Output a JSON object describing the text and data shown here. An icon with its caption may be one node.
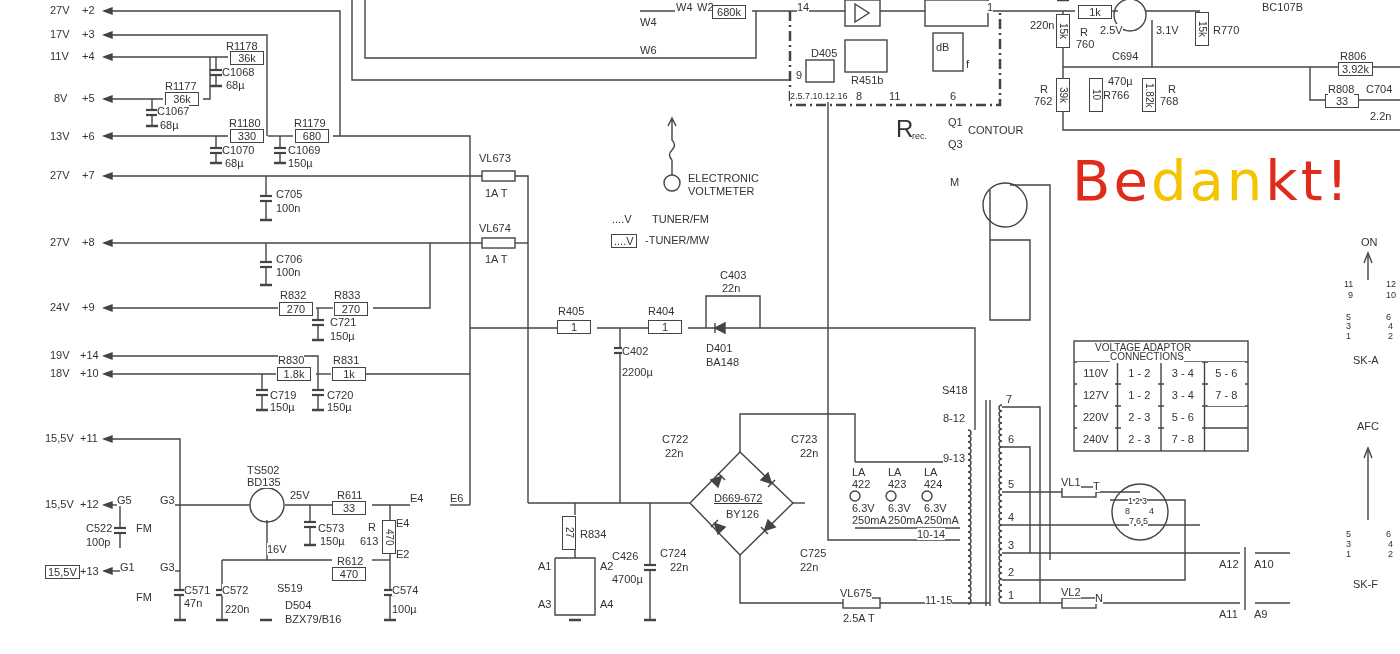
{
  "diagram": {
    "labels": [
      "27V",
      "+2",
      "17V",
      "+3",
      "11V",
      "+4",
      "R1178",
      "36k",
      "C1068",
      "R1177",
      "68µ",
      "8V",
      "+5",
      "36k",
      "C1067",
      "68µ",
      "R1180",
      "R1179",
      "13V",
      "+6",
      "330",
      "680",
      "C1070",
      "68µ",
      "C1069",
      "150µ",
      "VL673",
      "27V",
      "+7",
      "C705",
      "1A T",
      "100n",
      "ELECTRONIC",
      "VOLTMETER",
      "....V",
      "TUNER/FM",
      "VL674",
      "27V",
      "+8",
      "....V",
      "-TUNER/MW",
      "C706",
      "1A T",
      "100n",
      "R832",
      "R833",
      "24V",
      "+9",
      "270",
      "270",
      "C721",
      "150µ",
      "19V",
      "+14",
      "R830",
      "R831",
      "18V",
      "+10",
      "1.8k",
      "1k",
      "C719",
      "150µ",
      "C720",
      "150µ",
      "15,5V",
      "+11",
      "TS502",
      "BD135",
      "15,5V",
      "+12",
      "G5",
      "G3",
      "25V",
      "R611",
      "33",
      "E4",
      "E6",
      "C522",
      "FM",
      "C573",
      "R",
      "470",
      "E4",
      "100p",
      "16V",
      "150µ",
      "613",
      "R612",
      "E2",
      "15,5V",
      "+13",
      "G1",
      "G3",
      "470",
      "FM",
      "C571",
      "C572",
      "S519",
      "C574",
      "47n",
      "220n",
      "D504",
      "BZX79/B16",
      "100µ",
      "W4",
      "W2",
      "680k",
      "14",
      "1",
      "1k",
      "BC107B",
      "W4",
      "220n",
      "15k",
      "R",
      "2.5V",
      "3.1V",
      "15k",
      "R770",
      "W6",
      "D405",
      "dB",
      "f",
      "760",
      "C694",
      "R806",
      "9",
      "R451b",
      "470µ",
      "3.92k",
      "2.5.7.10.12.16",
      "8",
      "11",
      "6",
      "762",
      "R",
      "39k",
      "10",
      "R766",
      "1.82k",
      "768",
      "R",
      "33",
      "R808",
      "C704",
      "R",
      "rec.",
      "Q1",
      "CONTOUR",
      "2.2n",
      "Q3",
      "M",
      "Bedankt!",
      "ON",
      "11",
      "12",
      "9",
      "10",
      "5",
      "6",
      "3",
      "4",
      "1",
      "2",
      "SK-A",
      "AFC",
      "5",
      "6",
      "3",
      "4",
      "1",
      "2",
      "SK-F",
      "C403",
      "22n",
      "R405",
      "R404",
      "1",
      "1",
      "C402",
      "D401",
      "2200µ",
      "BA148",
      "VOLTAGE ADAPTOR",
      "CONNECTIONS",
      "110V",
      "1 - 2",
      "3 - 4",
      "5 - 6",
      "127V",
      "1 - 2",
      "3 - 4",
      "7 - 8",
      "220V",
      "2 - 3",
      "5 - 6",
      "240V",
      "2 - 3",
      "7 - 8",
      "S418",
      "7",
      "8-12",
      "C722",
      "C723",
      "6",
      "22n",
      "22n",
      "9-13",
      "LA",
      "LA",
      "LA",
      "422",
      "423",
      "424",
      "5",
      "VL1",
      "T",
      "D669-672",
      "27",
      "R834",
      "BY126",
      "6.3V",
      "6.3V",
      "6.3V",
      "250mA",
      "250mA",
      "250mA",
      "4",
      "10-14",
      "C426",
      "C724",
      "C725",
      "3",
      "A1",
      "A2",
      "22n",
      "22n",
      "2",
      "A12",
      "A10",
      "4700µ",
      "A3",
      "A4",
      "2.5A T",
      "VL675",
      "11-15",
      "1",
      "VL2",
      "N",
      "A11",
      "A9",
      "1",
      "2",
      "3",
      "8",
      "4",
      "7",
      "6",
      "5"
    ]
  }
}
